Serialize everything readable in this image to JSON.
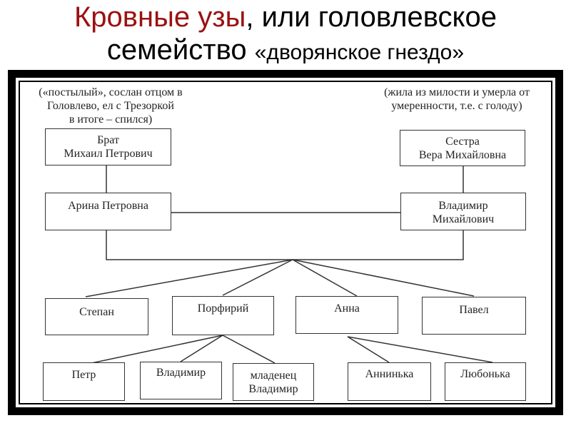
{
  "title": {
    "line1_accent": "Кровные узы",
    "line1_rest": ", или головлевское",
    "line2_main": "семейство ",
    "line2_small": "«дворянское гнездо»",
    "accent_color": "#9b1111"
  },
  "notes": {
    "left": "(«постылый», сослан отцом в\nГоловлево, ел с Трезоркой\nв итоге – спился)",
    "right": "(жила из милости и умерла от\nумеренности, т.е. с голоду)"
  },
  "nodes": {
    "brat": "Брат\nМихаил Петрович",
    "sestra": "Сестра\nВера Михайловна",
    "arina": "Арина Петровна",
    "vladimir_m": "Владимир\nМихайлович",
    "stepan": "Степан",
    "porfiry": "Порфирий",
    "anna": "Анна",
    "pavel": "Павел",
    "petr": "Петр",
    "vladimir": "Владимир",
    "mladenets": "младенец\nВладимир",
    "anninka": "Аннинька",
    "lyubonka": "Любонька"
  },
  "edges": [
    [
      "brat",
      "arina"
    ],
    [
      "sestra",
      "vladimir_m"
    ],
    [
      "arina",
      "vladimir_m"
    ],
    [
      "arina",
      "children"
    ],
    [
      "vladimir_m",
      "children"
    ],
    [
      "children",
      "stepan"
    ],
    [
      "children",
      "porfiry"
    ],
    [
      "children",
      "anna"
    ],
    [
      "children",
      "pavel"
    ],
    [
      "porfiry",
      "petr"
    ],
    [
      "porfiry",
      "vladimir"
    ],
    [
      "porfiry",
      "mladenets"
    ],
    [
      "anna",
      "anninka"
    ],
    [
      "anna",
      "lyubonka"
    ]
  ]
}
